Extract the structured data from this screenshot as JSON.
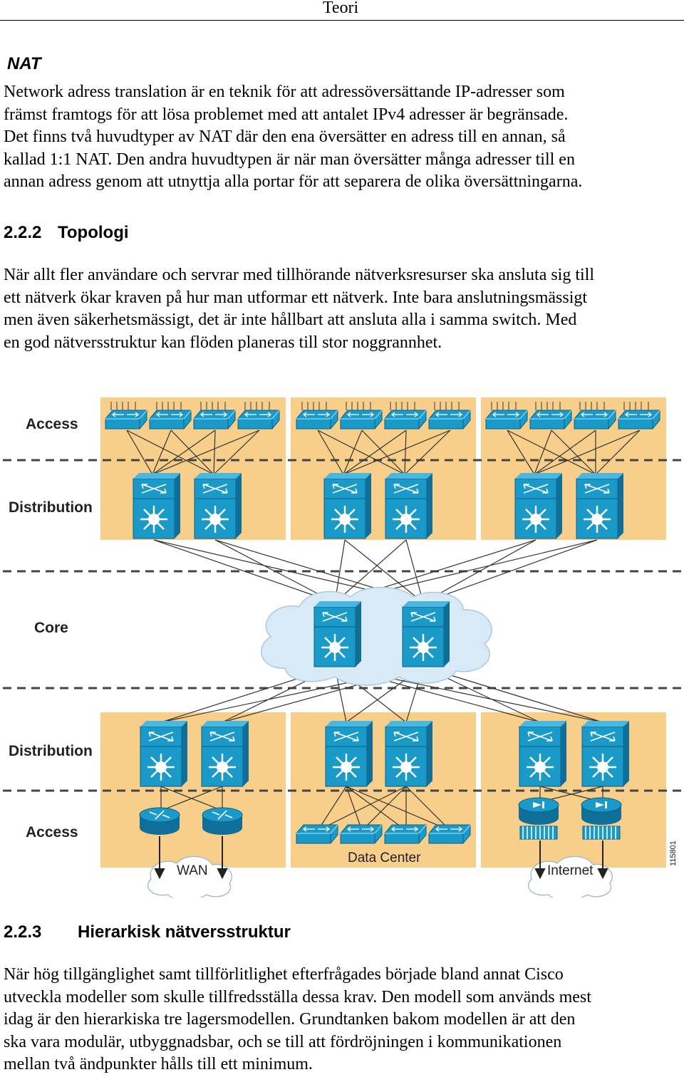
{
  "header": {
    "title": "Teori"
  },
  "nat": {
    "heading": "NAT",
    "lines": [
      "Network adress translation är en teknik för att adressöversättande IP-adresser som",
      "främst framtogs för att lösa problemet med att antalet IPv4 adresser är begränsade.",
      "Det finns två huvudtyper av NAT där den ena översätter en adress till en annan, så",
      "kallad 1:1 NAT. Den andra huvudtypen är när man översätter många adresser till en",
      "annan adress genom att utnyttja alla portar för att separera de olika översättningarna."
    ]
  },
  "topologi": {
    "number": "2.2.2",
    "title": "Topologi",
    "lines": [
      "När allt fler användare och servrar med tillhörande nätverksresurser ska ansluta sig till",
      "ett nätverk ökar kraven på hur man utformar ett nätverk. Inte bara anslutningsmässigt",
      "men även säkerhetsmässigt, det är inte hållbart att ansluta alla i samma switch. Med",
      "en god nätversstruktur kan flöden planeras till stor noggrannhet."
    ]
  },
  "diagram": {
    "layers_top": [
      "Access",
      "Distribution"
    ],
    "core": "Core",
    "layers_bottom": [
      "Distribution",
      "Access"
    ],
    "wan": "WAN",
    "data_center": "Data Center",
    "internet": "Internet",
    "figure_id": "115801",
    "colors": {
      "block": "#f7cf8a",
      "device": "#1a9ac9",
      "device_dark": "#0f6f99",
      "cloud": "#d7eaf6"
    }
  },
  "hierarkisk": {
    "number": "2.2.3",
    "title": "Hierarkisk nätversstruktur",
    "lines": [
      "När hög tillgänglighet samt tillförlitlighet efterfrågades började bland annat Cisco",
      "utveckla modeller som skulle tillfredsställa dessa krav. Den modell som används mest",
      "idag är den hierarkiska tre lagersmodellen. Grundtanken bakom modellen är att den",
      "ska vara modulär, utbyggnadsbar, och se till att fördröjningen i kommunikationen",
      "mellan två ändpunkter hålls till ett minimum."
    ]
  }
}
